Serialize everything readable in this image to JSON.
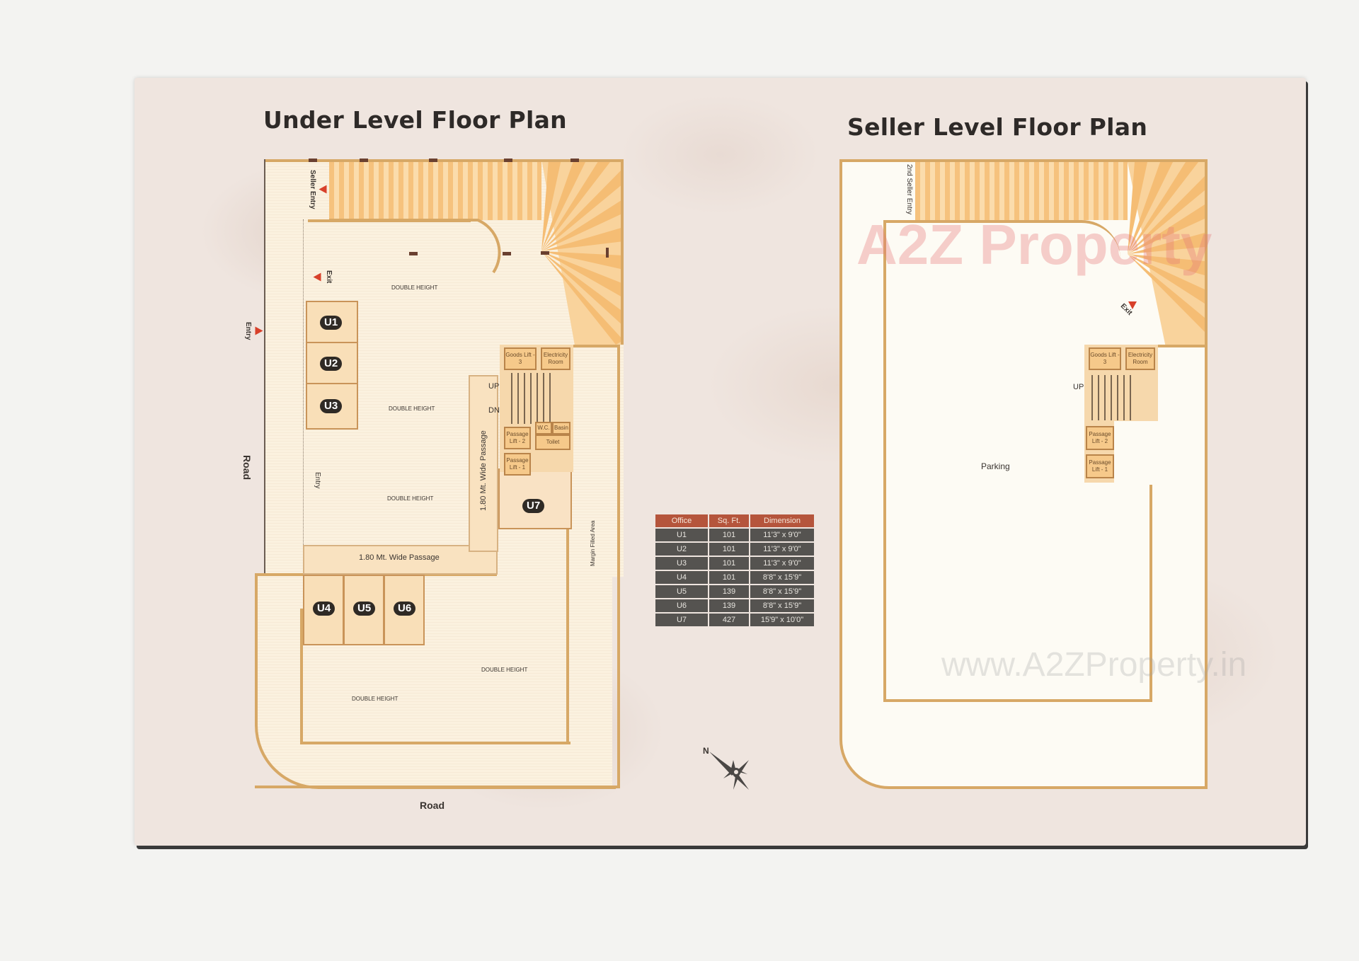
{
  "under_level": {
    "title": "Under Level Floor Plan",
    "units": [
      "U1",
      "U2",
      "U3",
      "U4",
      "U5",
      "U6",
      "U7"
    ],
    "labels": {
      "seller_entry": "Seller Entry",
      "exit": "Exit",
      "entry_left": "Entry",
      "entry_inner": "Entry",
      "road_left": "Road",
      "road_bottom": "Road",
      "double_height": "DOUBLE HEIGHT",
      "wide_passage_h": "1.80 Mt. Wide Passage",
      "wide_passage_v": "1.80 Mt. Wide Passage",
      "margin_area": "Margin Filled Area",
      "up": "UP",
      "dn": "DN"
    },
    "service_rooms": {
      "goods_lift": "Goods Lift - 3",
      "electricity_room": "Electricity Room",
      "passage_lift_2": "Passage Lift - 2",
      "passage_lift_1": "Passage Lift - 1",
      "wc": "W.C.",
      "basin": "Basin",
      "toilet": "Toilet"
    }
  },
  "seller_level": {
    "title": "Seller Level Floor Plan",
    "labels": {
      "second_seller_entry": "2nd Seller Entry",
      "exit": "Exit",
      "parking": "Parking",
      "up": "UP"
    },
    "service_rooms": {
      "goods_lift": "Goods Lift - 3",
      "electricity_room": "Electricity Room",
      "passage_lift_2": "Passage Lift - 2",
      "passage_lift_1": "Passage Lift - 1"
    }
  },
  "area_table": {
    "headers": [
      "Office",
      "Sq. Ft.",
      "Dimension"
    ],
    "rows": [
      [
        "U1",
        "101",
        "11'3\" x 9'0\""
      ],
      [
        "U2",
        "101",
        "11'3\" x 9'0\""
      ],
      [
        "U3",
        "101",
        "11'3\" x 9'0\""
      ],
      [
        "U4",
        "101",
        "8'8\" x 15'9\""
      ],
      [
        "U5",
        "139",
        "8'8\" x 15'9\""
      ],
      [
        "U6",
        "139",
        "8'8\" x 15'9\""
      ],
      [
        "U7",
        "427",
        "15'9\" x 10'0\""
      ]
    ],
    "colors": {
      "header_bg": "#b5553c",
      "row_bg": "#555350"
    }
  },
  "compass": {
    "label": "N"
  },
  "watermarks": {
    "logo": "A2Z Property",
    "url": "www.A2ZProperty.in"
  }
}
